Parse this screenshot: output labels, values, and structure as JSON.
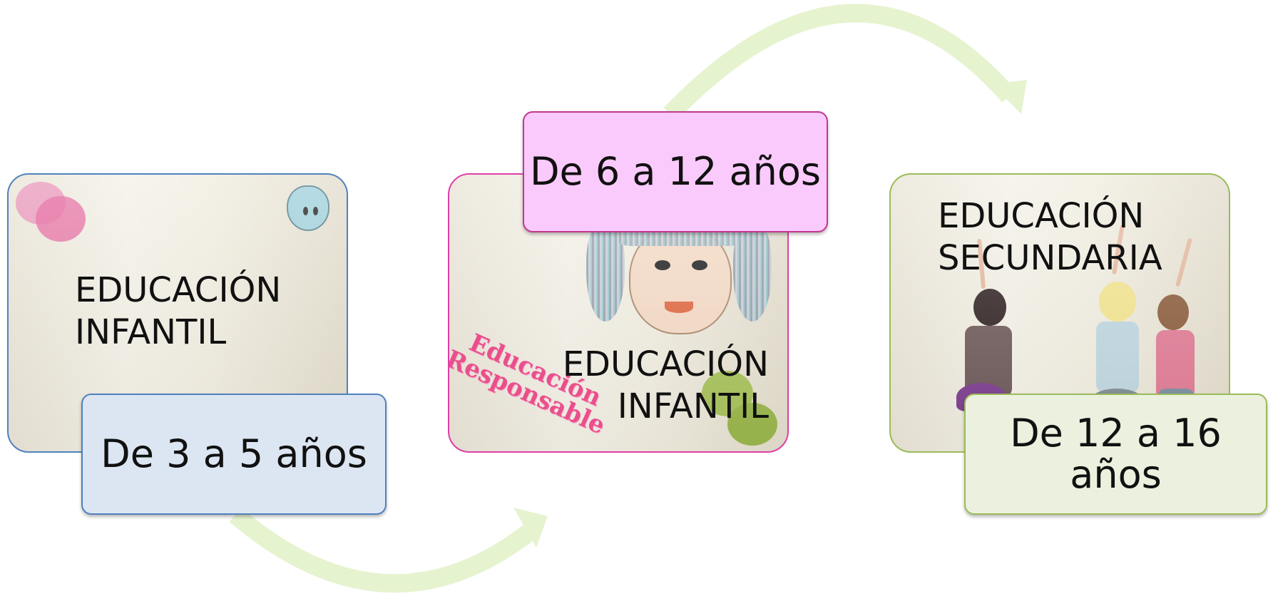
{
  "diagram": {
    "stages": [
      {
        "panel_text": [
          "EDUCACIÓN",
          "INFANTIL"
        ],
        "age_label": "De 3 a 5 años",
        "color": "#4f81bd",
        "label_fill": "#dce6f2"
      },
      {
        "panel_text": [
          "EDUCACIÓN",
          "INFANTIL"
        ],
        "age_label": "De 6 a 12 años",
        "color": "#e03ea6",
        "label_fill": "#fbcafd",
        "stamp_text": [
          "Educación",
          "Responsable"
        ]
      },
      {
        "panel_text": [
          "EDUCACIÓN",
          "SECUNDARIA"
        ],
        "age_label": "De 12 a 16 años",
        "color": "#9bbb59",
        "label_fill": "#ebf1de"
      }
    ],
    "arrow_color": "#e6f3cf"
  }
}
